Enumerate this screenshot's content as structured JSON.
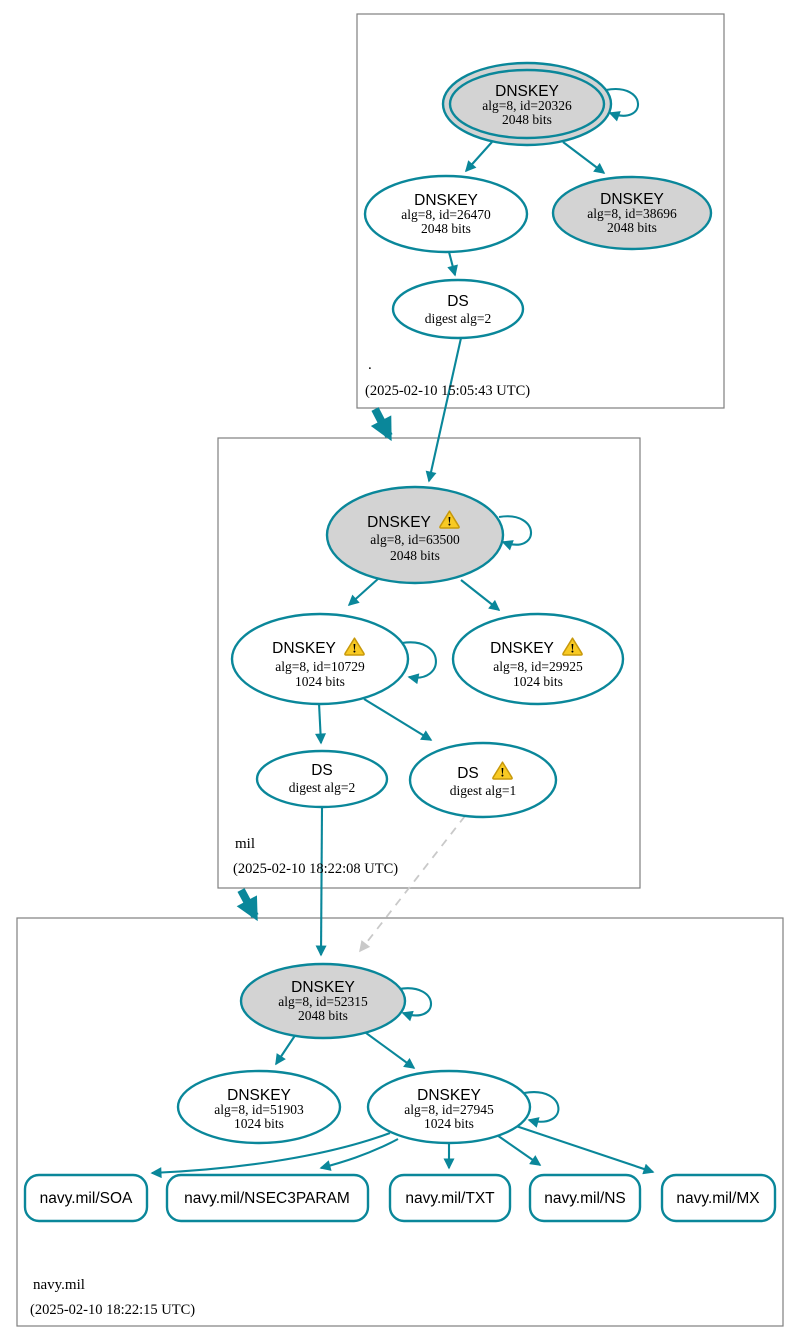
{
  "colors": {
    "edge_teal": "#0a879a",
    "node_gray_fill": "#d3d3d3",
    "warning_yellow": "#f8ca24",
    "dashed_gray": "#c9c9c9",
    "box_border_gray": "#7f7f7f"
  },
  "icons": {
    "warning_glyph": "!"
  },
  "zones": {
    "root": {
      "label": ".",
      "timestamp": "(2025-02-10 15:05:43 UTC)"
    },
    "mil": {
      "label": "mil",
      "timestamp": "(2025-02-10 18:22:08 UTC)"
    },
    "navy": {
      "label": "navy.mil",
      "timestamp": "(2025-02-10 18:22:15 UTC)"
    }
  },
  "nodes": {
    "root_ksk": {
      "title": "DNSKEY",
      "detail": "alg=8, id=20326",
      "bits": "2048 bits"
    },
    "root_zsk": {
      "title": "DNSKEY",
      "detail": "alg=8, id=26470",
      "bits": "2048 bits"
    },
    "root_key_38696": {
      "title": "DNSKEY",
      "detail": "alg=8, id=38696",
      "bits": "2048 bits"
    },
    "root_ds": {
      "title": "DS",
      "detail": "digest alg=2"
    },
    "mil_ksk": {
      "title": "DNSKEY",
      "detail": "alg=8, id=63500",
      "bits": "2048 bits"
    },
    "mil_key_10729": {
      "title": "DNSKEY",
      "detail": "alg=8, id=10729",
      "bits": "1024 bits"
    },
    "mil_key_29925": {
      "title": "DNSKEY",
      "detail": "alg=8, id=29925",
      "bits": "1024 bits"
    },
    "mil_ds_sha256": {
      "title": "DS",
      "detail": "digest alg=2"
    },
    "mil_ds_sha1": {
      "title": "DS",
      "detail": "digest alg=1"
    },
    "navy_ksk": {
      "title": "DNSKEY",
      "detail": "alg=8, id=52315",
      "bits": "2048 bits"
    },
    "navy_key_51903": {
      "title": "DNSKEY",
      "detail": "alg=8, id=51903",
      "bits": "1024 bits"
    },
    "navy_zsk": {
      "title": "DNSKEY",
      "detail": "alg=8, id=27945",
      "bits": "1024 bits"
    }
  },
  "rrsets": [
    {
      "label": "navy.mil/SOA"
    },
    {
      "label": "navy.mil/NSEC3PARAM"
    },
    {
      "label": "navy.mil/TXT"
    },
    {
      "label": "navy.mil/NS"
    },
    {
      "label": "navy.mil/MX"
    }
  ]
}
